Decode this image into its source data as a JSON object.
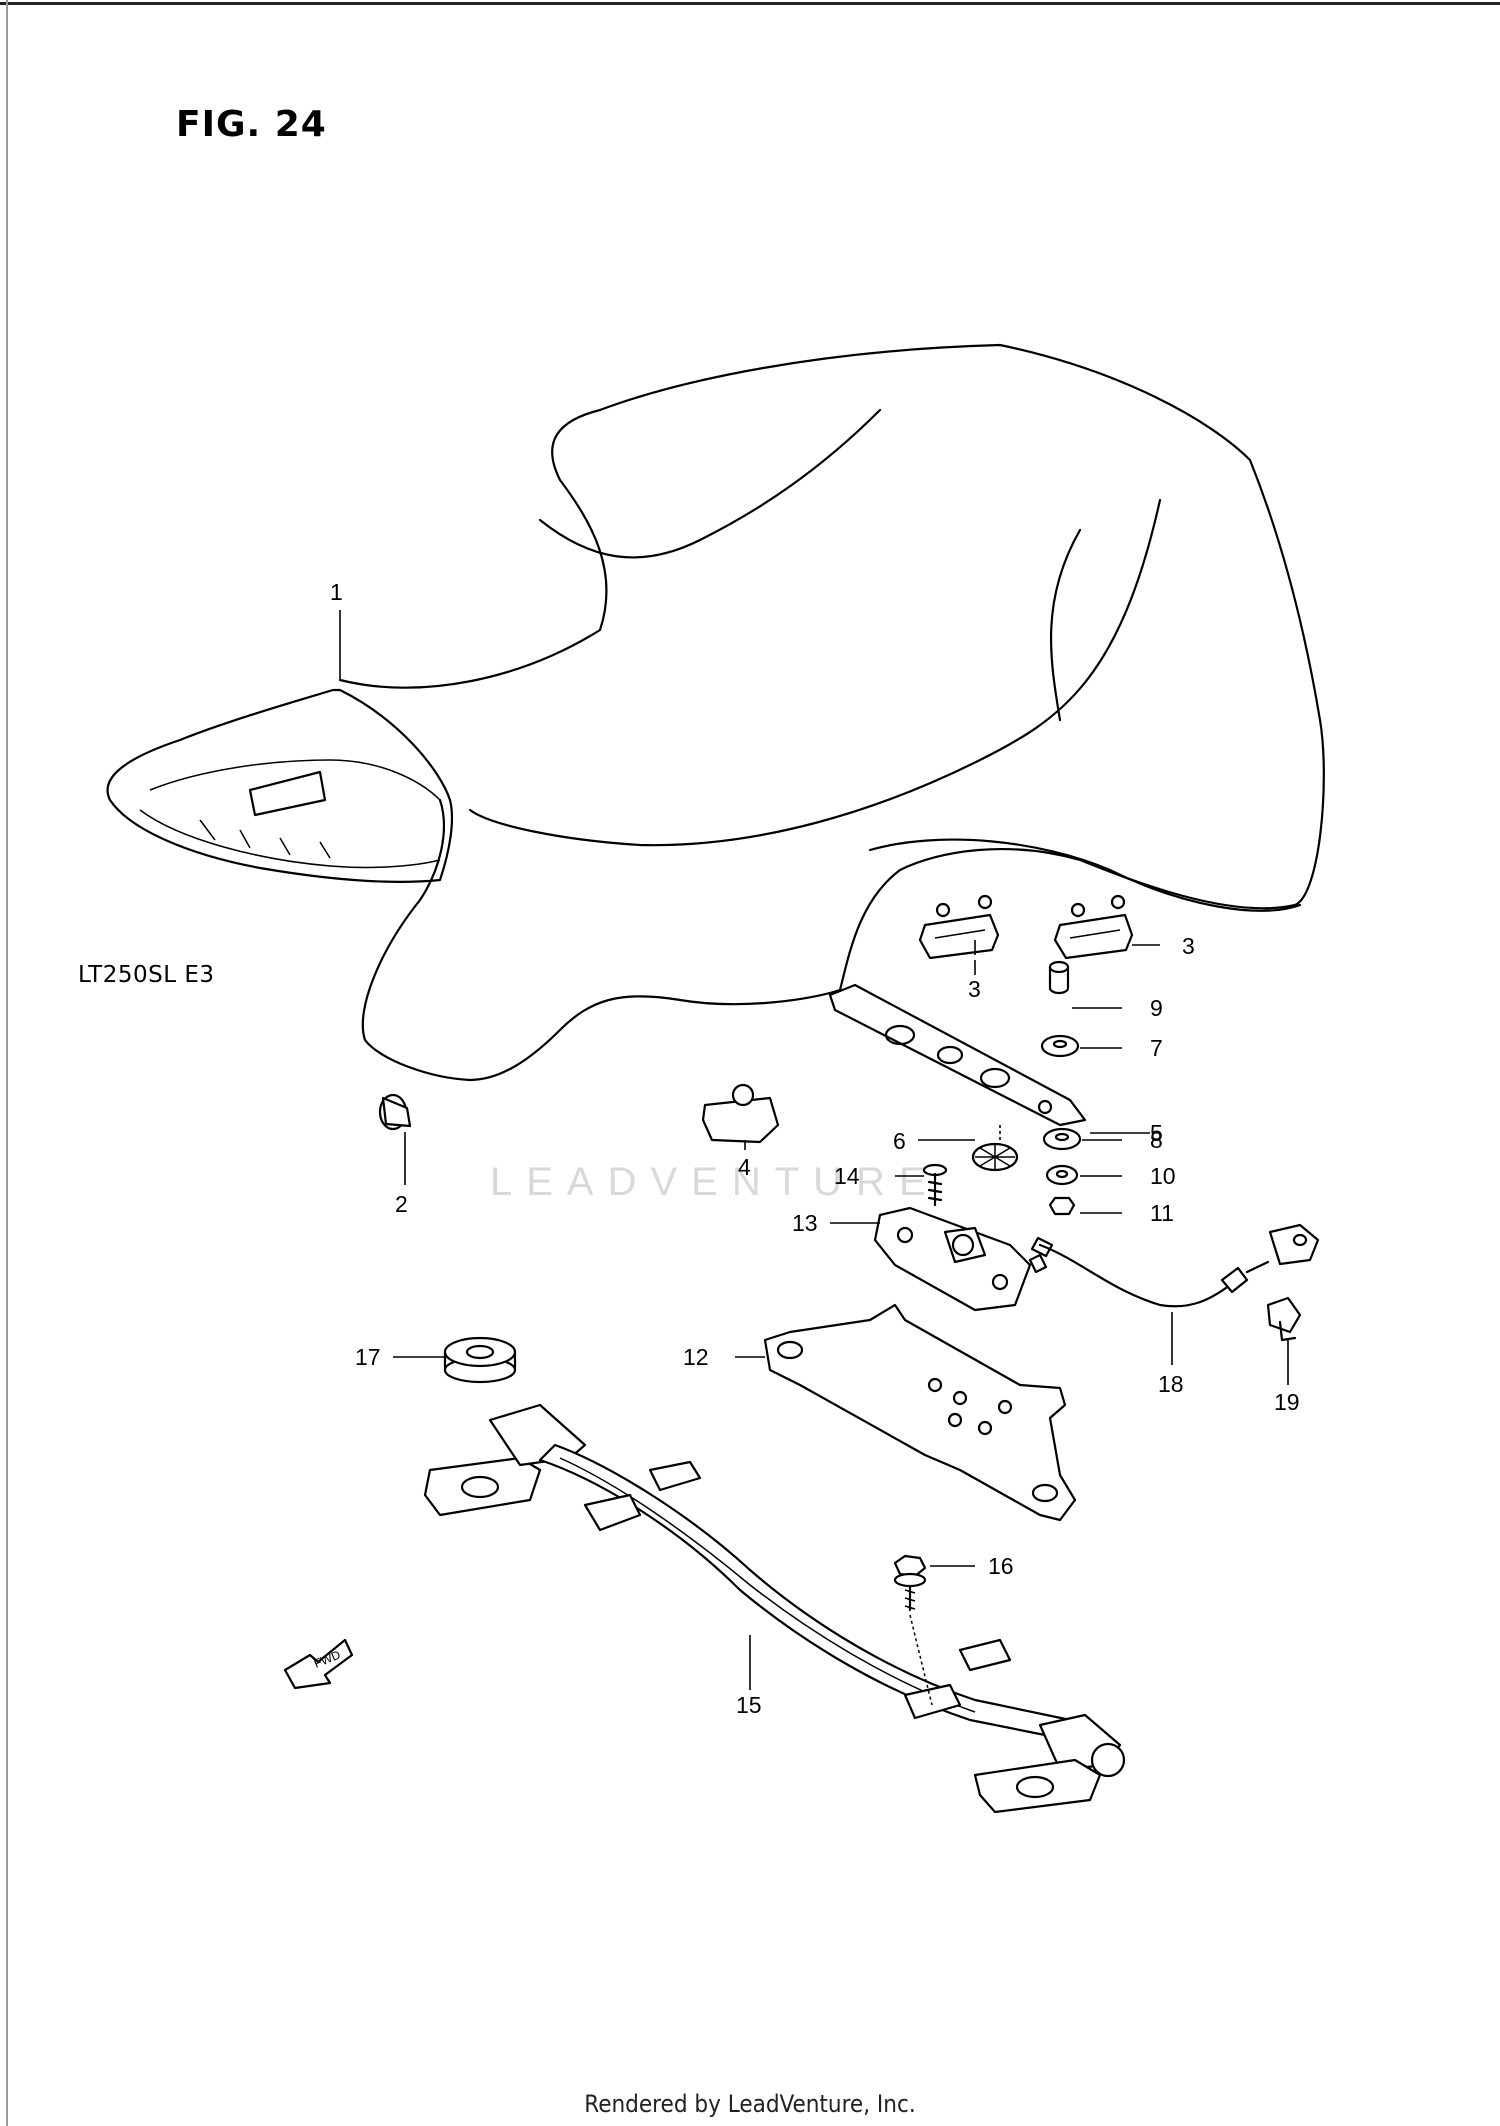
{
  "figure": {
    "title": "FIG. 24"
  },
  "model_label": "LT250SL  E3",
  "footer": "Rendered by LeadVenture, Inc.",
  "watermark": "LEADVENTURE",
  "fwd_label": "FWD",
  "part_numbers": [
    {
      "id": "p1",
      "label": "1"
    },
    {
      "id": "p2",
      "label": "2"
    },
    {
      "id": "p3a",
      "label": "3"
    },
    {
      "id": "p3b",
      "label": "3"
    },
    {
      "id": "p4",
      "label": "4"
    },
    {
      "id": "p5",
      "label": "5"
    },
    {
      "id": "p6",
      "label": "6"
    },
    {
      "id": "p7",
      "label": "7"
    },
    {
      "id": "p8",
      "label": "8"
    },
    {
      "id": "p9",
      "label": "9"
    },
    {
      "id": "p10",
      "label": "10"
    },
    {
      "id": "p11",
      "label": "11"
    },
    {
      "id": "p12",
      "label": "12"
    },
    {
      "id": "p13",
      "label": "13"
    },
    {
      "id": "p14",
      "label": "14"
    },
    {
      "id": "p15",
      "label": "15"
    },
    {
      "id": "p16",
      "label": "16"
    },
    {
      "id": "p17",
      "label": "17"
    },
    {
      "id": "p18",
      "label": "18"
    },
    {
      "id": "p19",
      "label": "19"
    }
  ]
}
